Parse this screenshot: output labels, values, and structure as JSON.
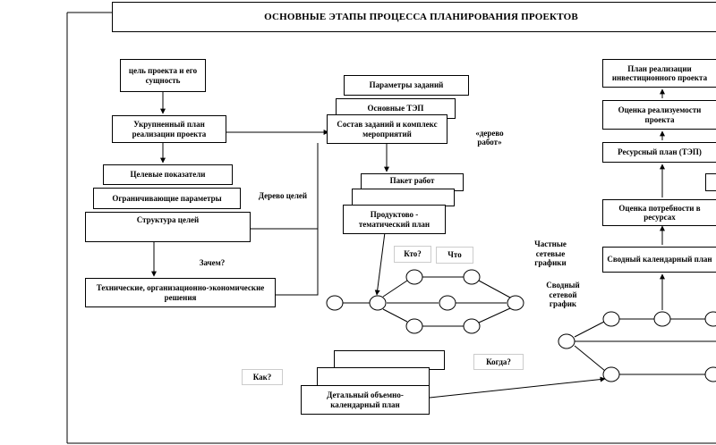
{
  "title": "ОСНОВНЫЕ ЭТАПЫ ПРОЦЕССА ПЛАНИРОВАНИЯ ПРОЕКТОВ",
  "left_column": {
    "goal": "цель проекта и его сущность",
    "enlarged_plan": "Укрупненный план реализации проекта",
    "target_indicators": "Целевые показатели",
    "limiting_params": "Ограничивающие параметры",
    "goal_structure": "Структура целей",
    "tech_solutions": "Технические, организационно-экономические решения"
  },
  "middle_column": {
    "task_params": "Параметры заданий",
    "main_tep": "Основные ТЭП",
    "task_composition": "Состав заданий и комплекс мероприятий",
    "work_package": "Пакет работ",
    "product_plan": "Продуктово - тематический план",
    "detailed_plan": "Детальный объемно-календарный план"
  },
  "right_column": {
    "implementation_plan": "План реализации инвестиционного проекта",
    "feasibility": "Оценка реализуемости проекта",
    "resource_plan": "Ресурсный план (ТЭП)",
    "resource_needs": "Оценка потребности в ресурсах",
    "summary_calendar": "Сводный календарный план"
  },
  "labels": {
    "goal_tree": "Дерево целей",
    "why": "Зачем?",
    "work_tree": "«дерево работ»",
    "who": "Кто?",
    "what": "Что",
    "private_network": "Частные сетевые графики",
    "summary_network": "Сводный сетевой график",
    "how": "Как?",
    "when": "Когда?"
  }
}
